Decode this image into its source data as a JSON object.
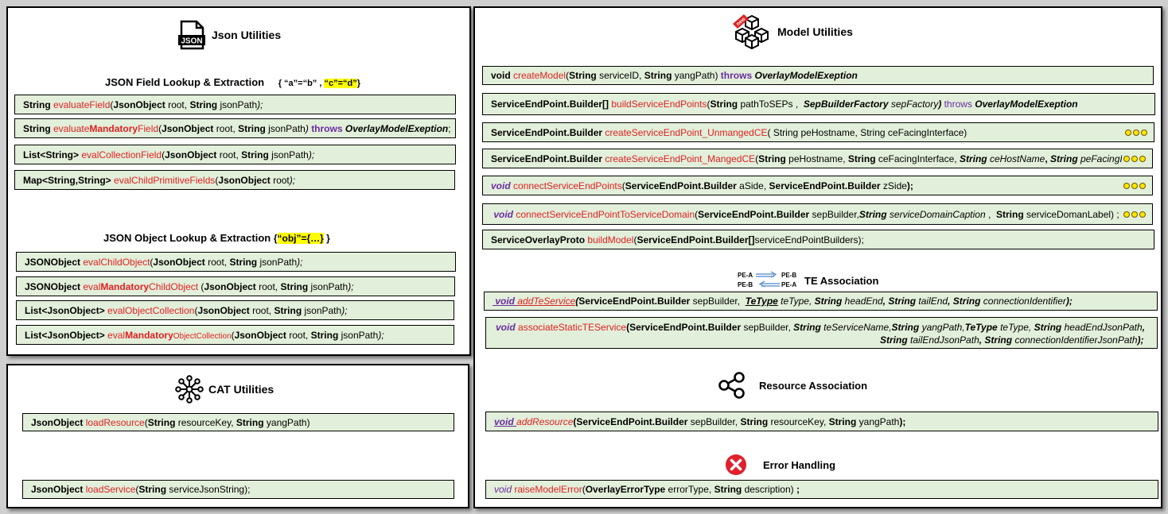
{
  "json_panel": {
    "title": "Json Utilities",
    "icon_label": "JSON",
    "field_section": {
      "title": "JSON Field Lookup & Extraction",
      "example_a": "{ “a”=“b” , ",
      "example_hl": "“c”=“d”",
      "example_c": "}"
    },
    "object_section": {
      "title": "JSON Object Lookup & Extraction",
      "example_a": "{",
      "example_hl": "“obj”={…}",
      "example_c": " }"
    }
  },
  "cat_panel": {
    "title": "CAT Utilities"
  },
  "model_panel": {
    "title": "Model Utilities",
    "new_badge": "new",
    "te_title": "TE Association",
    "te_icon": {
      "top_left": "PE-A",
      "top_right": "PE-B",
      "bottom_left": "PE-B",
      "bottom_right": "PE-A"
    },
    "resource_title": "Resource Association",
    "error_title": "Error Handling"
  }
}
